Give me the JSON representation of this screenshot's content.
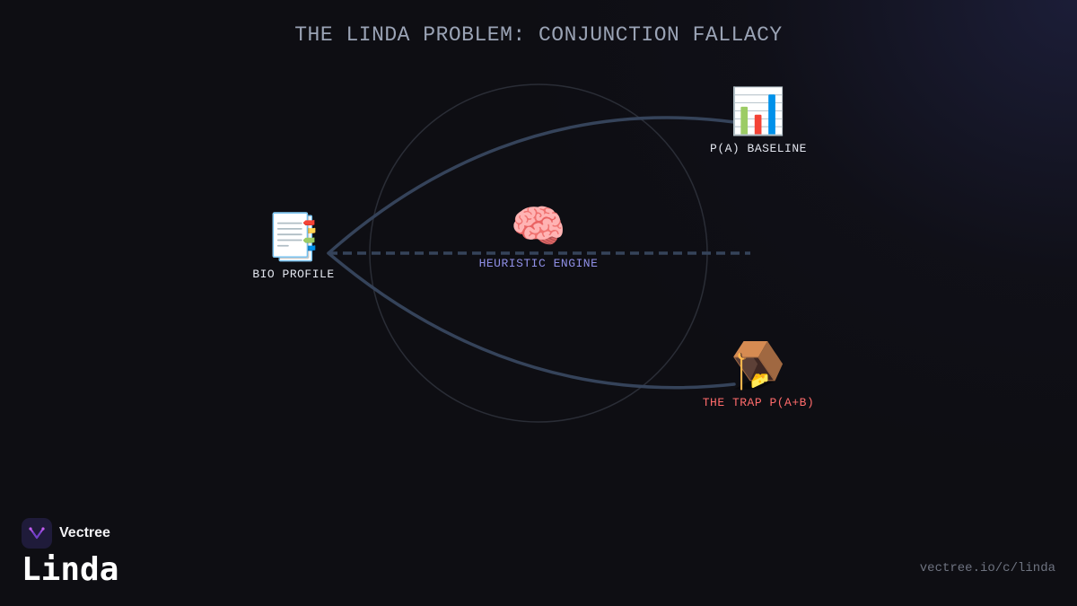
{
  "page": {
    "title": "THE LINDA PROBLEM: CONJUNCTION FALLACY"
  },
  "nodes": {
    "bio": {
      "emoji": "📑",
      "label": "BIO PROFILE",
      "label_color": "#e2e5ee"
    },
    "engine": {
      "emoji": "🧠",
      "label": "HEURISTIC ENGINE",
      "label_color": "#8f8fe6"
    },
    "baseline": {
      "emoji": "📊",
      "label": "P(A) BASELINE",
      "label_color": "#e2e5ee"
    },
    "trap": {
      "emoji": "🪤",
      "label": "THE TRAP P(A+B)",
      "label_color": "#ff6b6b"
    }
  },
  "colors": {
    "background": "#0e0e13",
    "connector": "#35435a",
    "circle": "#2a2d36"
  },
  "brand": {
    "logo_icon": "vectree-logo-icon",
    "name": "Vectree",
    "title": "Linda"
  },
  "footer": {
    "url": "vectree.io/c/linda"
  }
}
